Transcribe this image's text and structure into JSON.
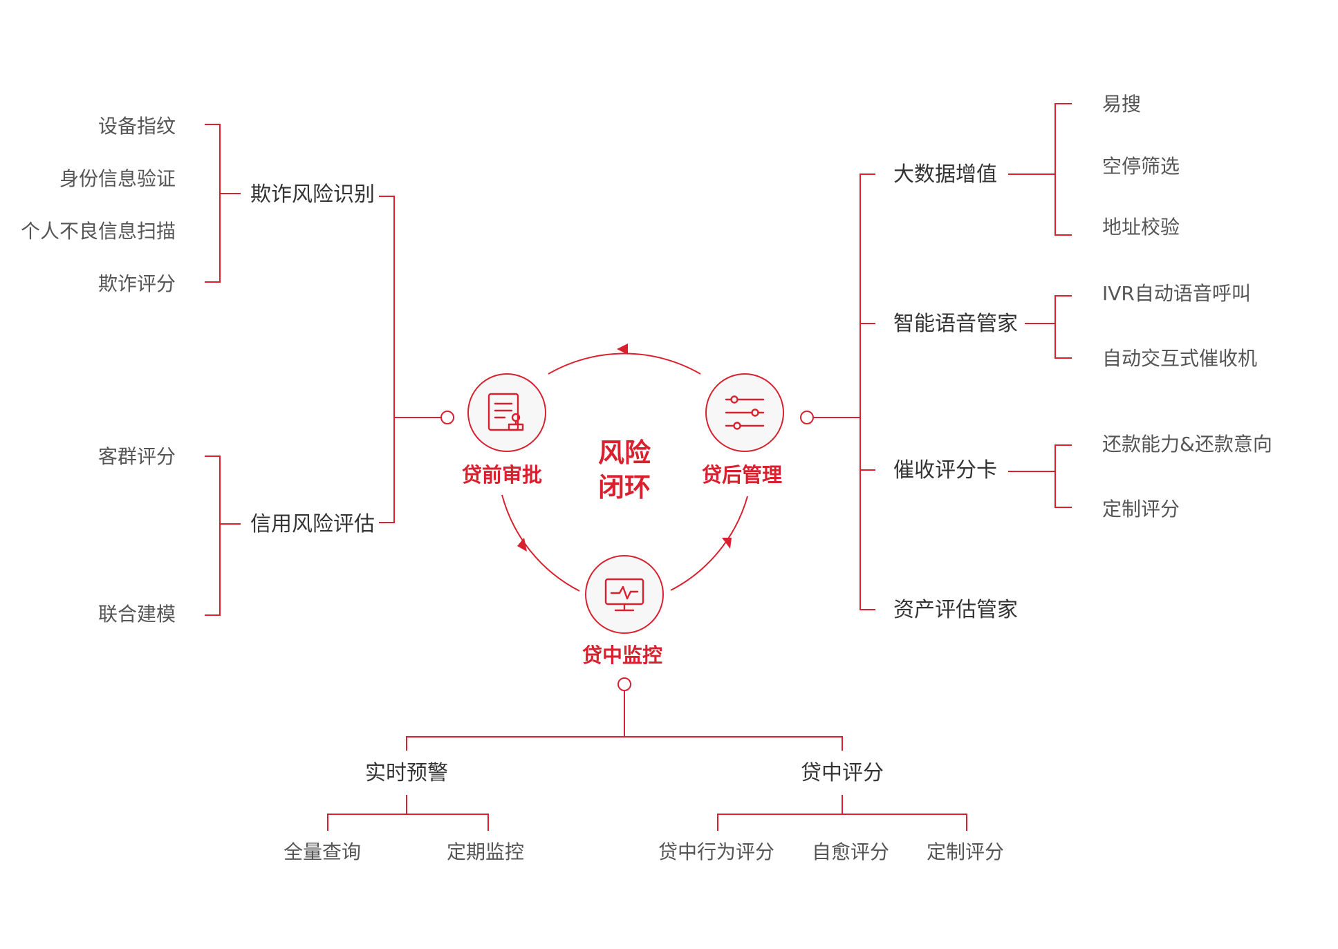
{
  "center": {
    "line1": "风险",
    "line2": "闭环"
  },
  "stages": {
    "pre_loan": "贷前审批",
    "mid_loan": "贷中监控",
    "post_loan": "贷后管理"
  },
  "icons": {
    "pre_loan": "document-approval-icon",
    "mid_loan": "monitor-pulse-icon",
    "post_loan": "sliders-icon"
  },
  "pre_loan": {
    "fraud": {
      "label": "欺诈风险识别",
      "items": [
        "设备指纹",
        "身份信息验证",
        "个人不良信息扫描",
        "欺诈评分"
      ]
    },
    "credit": {
      "label": "信用风险评估",
      "items": [
        "客群评分",
        "联合建模"
      ]
    }
  },
  "post_loan": {
    "big_data": {
      "label": "大数据增值",
      "items": [
        "易搜",
        "空停筛选",
        "地址校验"
      ]
    },
    "voice": {
      "label": "智能语音管家",
      "items": [
        "IVR自动语音呼叫",
        "自动交互式催收机"
      ]
    },
    "collection": {
      "label": "催收评分卡",
      "items": [
        "还款能力&还款意向",
        "定制评分"
      ]
    },
    "asset": {
      "label": "资产评估管家"
    }
  },
  "mid_loan": {
    "warning": {
      "label": "实时预警",
      "items": [
        "全量查询",
        "定期监控"
      ]
    },
    "scoring": {
      "label": "贷中评分",
      "items": [
        "贷中行为评分",
        "自愈评分",
        "定制评分"
      ]
    }
  },
  "colors": {
    "accent": "#d8202f",
    "text_dark": "#333333",
    "text_muted": "#555555",
    "circle_fill": "#f7f7f7"
  }
}
